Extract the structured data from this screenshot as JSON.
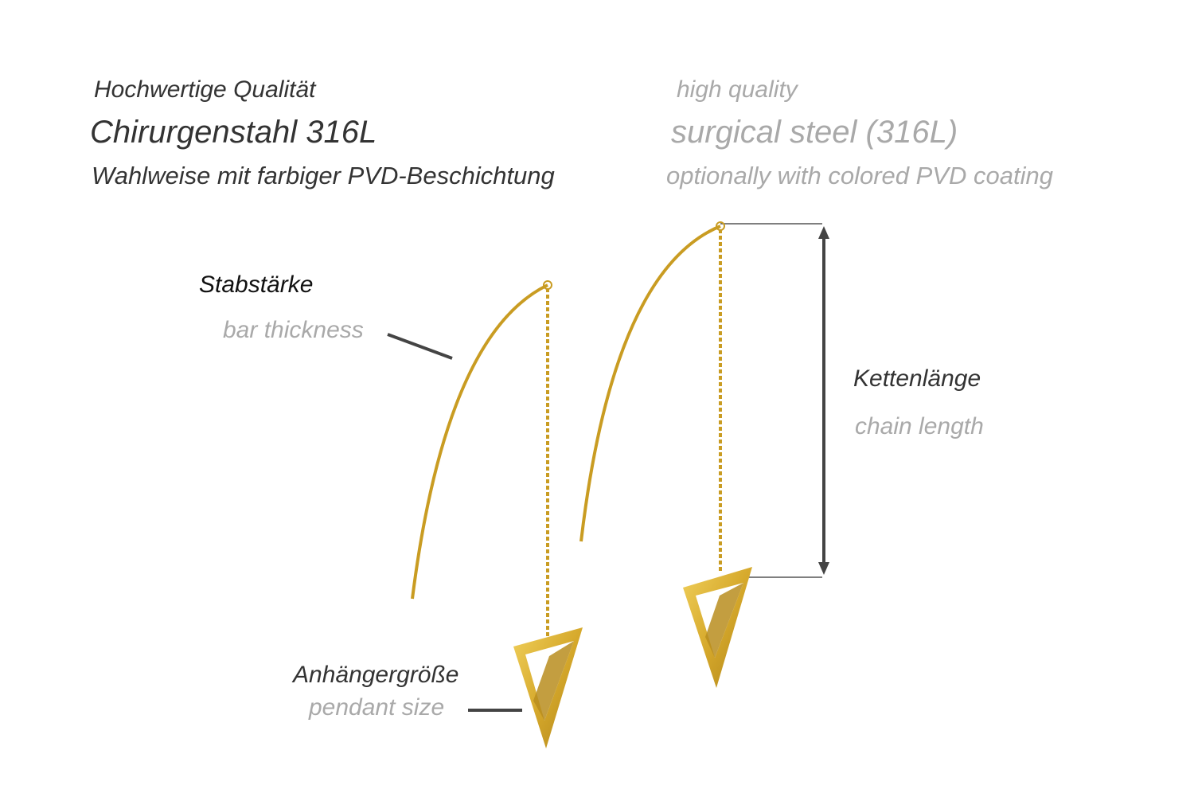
{
  "header": {
    "de": {
      "line1": "Hochwertige Qualität",
      "line2": "Chirurgenstahl 316L",
      "line3": "Wahlweise mit farbiger PVD-Beschichtung"
    },
    "en": {
      "line1": "high quality",
      "line2": "surgical steel (316L)",
      "line3": "optionally with colored PVD coating"
    }
  },
  "annotations": {
    "bar": {
      "de": "Stabstärke",
      "en": "bar thickness"
    },
    "chain": {
      "de": "Kettenlänge",
      "en": "chain length"
    },
    "pendant": {
      "de": "Anhängergröße",
      "en": "pendant size"
    }
  },
  "colors": {
    "gold": "#d4a82a",
    "gold_dark": "#a8801a",
    "text_dark": "#333333",
    "text_gray": "#a9a9a9"
  }
}
